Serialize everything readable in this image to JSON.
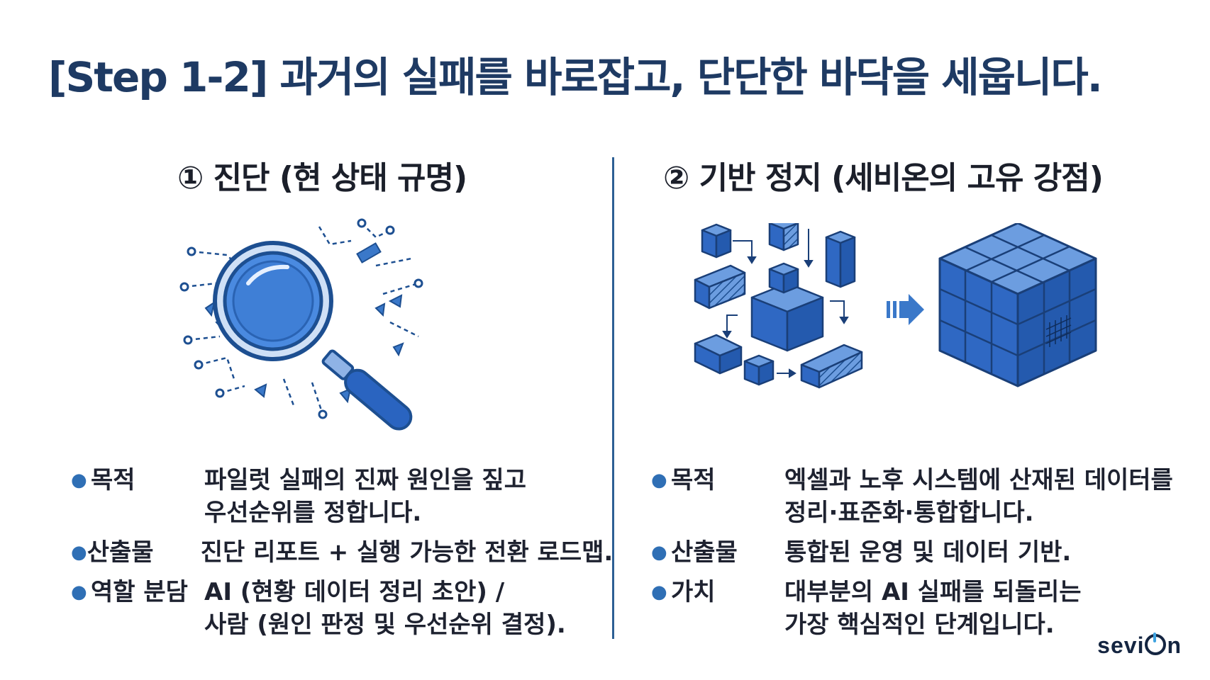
{
  "title": "[Step 1-2] 과거의 실패를 바로잡고, 단단한 바닥을 세웁니다.",
  "left": {
    "heading": "① 진단 (현 상태 규명)",
    "icon": "magnifying-glass-data-icon",
    "items": [
      {
        "label": "목적",
        "lines": [
          "파일럿 실패의 진짜 원인을 짚고",
          "우선순위를 정합니다."
        ]
      },
      {
        "label": "산출물",
        "lines": [
          "진단 리포트 + 실행 가능한 전환 로드맵."
        ]
      },
      {
        "label": "역할 분담",
        "lines": [
          "AI (현황 데이터 정리 초안) /",
          "사람 (원인 판정 및 우선순위 결정)."
        ]
      }
    ]
  },
  "right": {
    "heading": "② 기반 정지 (세비온의 고유 강점)",
    "icon": "blocks-to-cube-icon",
    "items": [
      {
        "label": "목적",
        "lines": [
          "엑셀과 노후 시스템에 산재된 데이터를",
          "정리·표준화·통합합니다."
        ]
      },
      {
        "label": "산출물",
        "lines": [
          "통합된 운영 및 데이터 기반."
        ]
      },
      {
        "label": "가치",
        "lines": [
          "대부분의 AI 실패를 되돌리는",
          "가장 핵심적인 단계입니다."
        ]
      }
    ]
  },
  "logo": {
    "pre": "sevi",
    "post": "n"
  },
  "colors": {
    "accent": "#2f6fb5",
    "title": "#1e3a63",
    "divider": "#2d5f94"
  }
}
